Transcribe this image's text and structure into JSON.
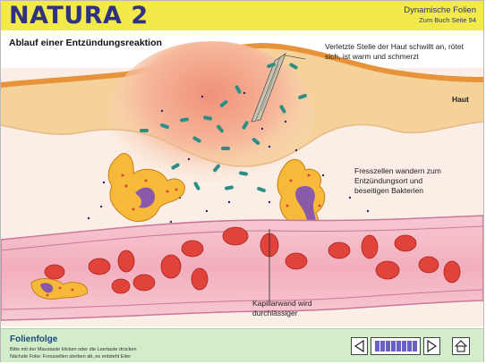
{
  "header": {
    "title": "NATURA 2",
    "subtitle": "Dynamische Folien",
    "reference": "Zum Buch Seite 94"
  },
  "slide": {
    "title": "Ablauf einer Entzündungsreaktion",
    "annotations": {
      "wound": "Verletzte Stelle der Haut schwillt an, rötet sich, ist warm und schmerzt",
      "skin": "Haut",
      "phagocytes": "Fresszellen wandern zum Entzündungsort und beseitigen Bakterien",
      "capillary": "Kapillarwand wird durchlässiger"
    }
  },
  "footer": {
    "title": "Folienfolge",
    "line1": "Bitte mit der Maustaste klicken oder die Leertaste drücken",
    "line2": "Nächste Folie: Fresszellen sterben ab, es entsteht Eiter"
  },
  "nav": {
    "icons": [
      "prev-icon",
      "next-icon",
      "home-icon"
    ],
    "progress_segments": 8,
    "colors": {
      "active": "#6a5fc6",
      "header_bg": "#f2e94a",
      "header_text": "#2f3280",
      "footer_bg": "#d3ecc9"
    }
  }
}
